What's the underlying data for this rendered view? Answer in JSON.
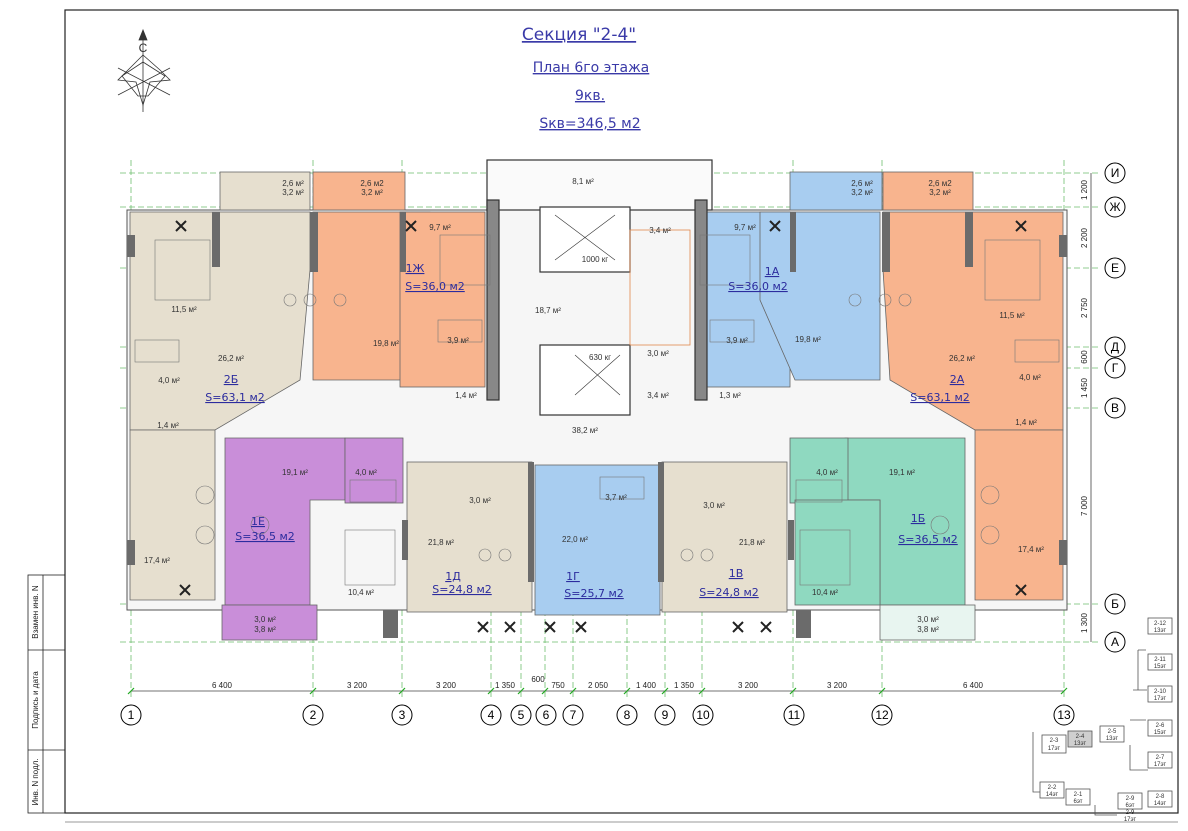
{
  "titles": [
    "Секция \"2-4\"",
    "План 6го этажа",
    "9кв.",
    "Sкв=346,5 м2"
  ],
  "compass": {
    "letter": "С"
  },
  "apartments": {
    "1A": {
      "name": "1А",
      "area": "S=36,0 м2"
    },
    "1B": {
      "name": "1Б",
      "area": "S=36,5 м2"
    },
    "1V": {
      "name": "1В",
      "area": "S=24,8 м2"
    },
    "1G": {
      "name": "1Г",
      "area": "S=25,7 м2"
    },
    "1D": {
      "name": "1Д",
      "area": "S=24,8 м2"
    },
    "1E": {
      "name": "1Е",
      "area": "S=36,5 м2"
    },
    "1Zh": {
      "name": "1Ж",
      "area": "S=36,0 м2"
    },
    "2A": {
      "name": "2А",
      "area": "S=63,1 м2"
    },
    "2B": {
      "name": "2Б",
      "area": "S=63,1 м2"
    }
  },
  "rooms": {
    "r01": "2,6 м²",
    "r02": "3,2 м²",
    "r03": "2,6 м2",
    "r04": "3,2 м²",
    "r05": "8,1 м²",
    "r06": "2,6 м²",
    "r07": "3,2 м²",
    "r08": "2,6 м2",
    "r09": "3,2 м²",
    "r10": "9,7 м²",
    "r11": "3,4 м²",
    "r12": "9,7 м²",
    "r13": "1000 кг",
    "r14": "11,5 м²",
    "r15": "11,5 м²",
    "r16": "18,7 м²",
    "r17": "19,8 м²",
    "r18": "19,8 м²",
    "r19": "3,9 м²",
    "r20": "3,9 м²",
    "r21": "630 кг",
    "r22": "3,0 м²",
    "r23": "26,2 м²",
    "r24": "26,2 м²",
    "r25": "4,0 м²",
    "r26": "4,0 м²",
    "r27": "1,4 м²",
    "r28": "1,3 м²",
    "r29": "3,4 м²",
    "r30": "1,4 м²",
    "r31": "1,4 м²",
    "r32": "38,2 м²",
    "r33": "19,1 м²",
    "r34": "4,0 м²",
    "r35": "4,0 м²",
    "r36": "19,1 м²",
    "r37": "3,0 м²",
    "r38": "3,7 м²",
    "r39": "21,8 м²",
    "r40": "22,0 м²",
    "r41": "3,0 м²",
    "r42": "21,8 м²",
    "r43": "17,4 м²",
    "r44": "17,4 м²",
    "r45": "10,4 м²",
    "r46": "10,4 м²",
    "r47": "3,0 м²",
    "r48": "3,8 м²",
    "r49": "3,0 м²",
    "r50": "3,8 м²"
  },
  "axes": {
    "cols": [
      "1",
      "2",
      "3",
      "4",
      "5",
      "6",
      "7",
      "8",
      "9",
      "10",
      "11",
      "12",
      "13"
    ],
    "rows": [
      "И",
      "Ж",
      "Е",
      "Д",
      "Г",
      "В",
      "Б",
      "А"
    ],
    "col_dims": [
      "6 400",
      "3 200",
      "3 200",
      "1 350",
      "600",
      "750",
      "2 050",
      "1 400",
      "1 350",
      "3 200",
      "3 200",
      "6 400"
    ],
    "row_dims": [
      "1 200",
      "2 200",
      "2 750",
      "600",
      "1 450",
      "7 000",
      "1 300"
    ]
  },
  "stamp": [
    "Взамен инв. N",
    "Подпись и дата",
    "Инв. N подл."
  ],
  "key_plan": [
    "2-12",
    "13эт",
    "2-11",
    "15эт",
    "2-10",
    "17эт",
    "2-6",
    "15эт",
    "2-3",
    "17эт",
    "2-4",
    "13эт",
    "2-5",
    "13эт",
    "2-7",
    "17эт",
    "2-2",
    "14эт",
    "2-1",
    "6эт",
    "2-9",
    "6эт",
    "2-8",
    "14эт",
    "2-9",
    "17эт"
  ],
  "colors": {
    "orange": "#f8b48e",
    "beige": "#e6dfcf",
    "blue": "#a8cdf0",
    "purple": "#c98ed9",
    "green": "#8fd9c0",
    "title": "#3a3aa8",
    "axis": "#6fbf6f"
  }
}
